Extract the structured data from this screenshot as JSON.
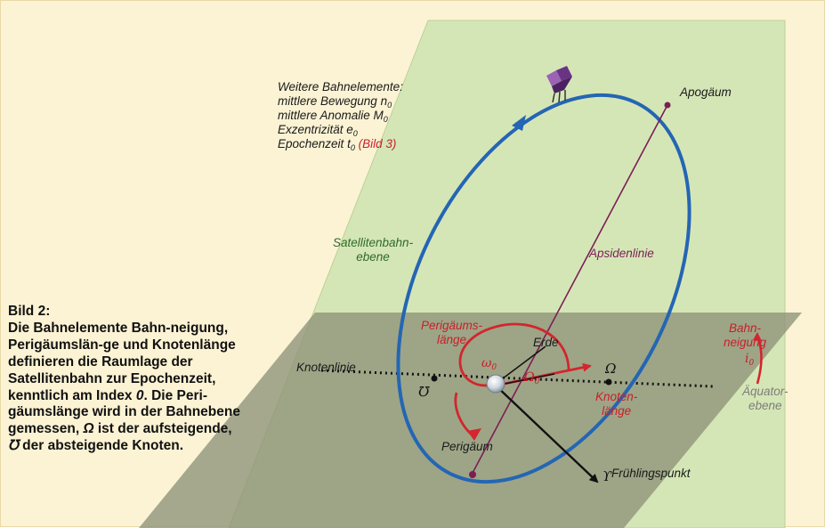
{
  "caption": {
    "title": "Bild 2:",
    "body_1": "Die Bahnelemente Bahn-neigung, Perigäumslän-ge und Knotenlänge definieren die Raumlage der Satellitenbahn zur Epochenzeit, kenntlich am Index ",
    "index": "0",
    "body_2": ". Die Peri-gäumslänge wird in der Bahnebene gemessen, ",
    "ascending_symbol": "Ω",
    "body_3": " ist der aufsteigende, ",
    "descending_symbol": "℧",
    "body_4": " der absteigende Knoten."
  },
  "labels": {
    "elements_heading": "Weitere Bahnelemente:",
    "mean_motion": "mittlere Bewegung",
    "mean_anomaly": "mittlere Anomalie",
    "eccentricity": "Exzentrizität",
    "epoch": "Epochenzeit",
    "figure_ref": "(Bild 3)",
    "apogee": "Apogäum",
    "apsidal_line": "Apsidenlinie",
    "orbital_plane_1": "Satellitenbahn-",
    "orbital_plane_2": "ebene",
    "perigee_length_1": "Perigäums-",
    "perigee_length_2": "länge",
    "earth": "Erde",
    "node_line": "Knotenlinie",
    "inclination_1": "Bahn-",
    "inclination_2": "neigung",
    "equatorial_1": "Äquator-",
    "equatorial_2": "ebene",
    "node_length_1": "Knoten-",
    "node_length_2": "länge",
    "perigee": "Perigäum",
    "vernal_equinox": "Frühlingspunkt"
  },
  "symbols": {
    "ascending_node": "Ω",
    "descending_node": "℧",
    "aries": "ϒ"
  },
  "colors": {
    "background": "#fbf3d4",
    "orbital_plane": "#d3e6b5",
    "equatorial_plane": "#8d9279",
    "orbit": "#2466b4",
    "apsidal_line": "#7a1f55",
    "highlight_red": "#c8202a"
  }
}
